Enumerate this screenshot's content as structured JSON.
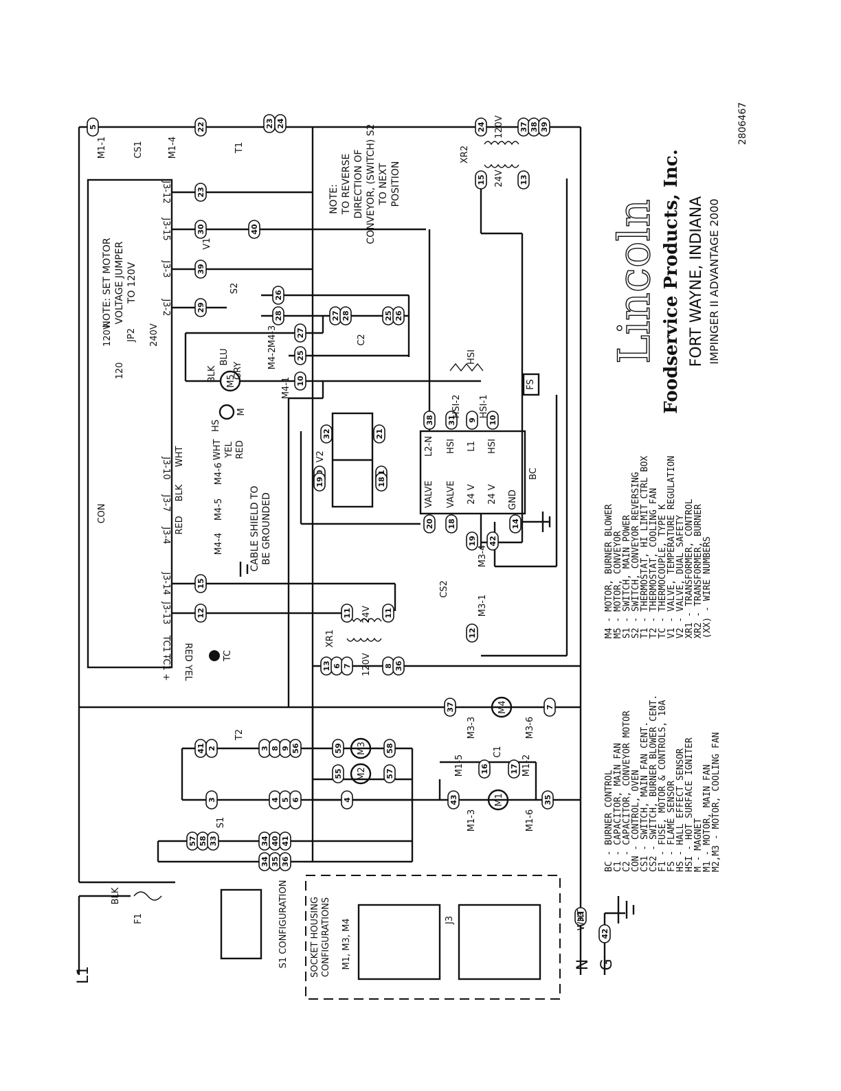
{
  "doc_number": "2806467",
  "brand": {
    "logo": "Lincoln",
    "company": "Foodservice Products, Inc.",
    "city": "FORT WAYNE, INDIANA",
    "model": "IMPINGER II ADVANTAGE 2000"
  },
  "notes": {
    "jumper": [
      "NOTE: SET MOTOR",
      "VOLTAGE JUMPER",
      "TO 120V"
    ],
    "reverse": [
      "NOTE:",
      "TO REVERSE",
      "DIRECTION OF",
      "CONVEYOR, (SWITCH) S2",
      "TO NEXT",
      "POSITION"
    ],
    "cable": [
      "CABLE SHIELD TO",
      "BE GROUNDED"
    ]
  },
  "blocks": {
    "con": "CON",
    "bc": "BC",
    "s1_config": "S1 CONFIGURATION",
    "socket_title": [
      "SOCKET HOUSING",
      "CONFIGURATIONS"
    ],
    "socket_motors": "M1, M3, M4",
    "j3": "J3"
  },
  "power": {
    "l1": "L1",
    "n": "N",
    "g": "G",
    "blk": "BLK",
    "wht": "WHT"
  },
  "jumper": {
    "v120": "120V",
    "jp2": "JP2",
    "v240": "240V",
    "n120": "120"
  },
  "terminals": {
    "j3_12": "J3-12",
    "j3_15": "J3-15",
    "j3_3": "J3-3",
    "j3_2": "J3-2",
    "j3_10": "J3-10",
    "j3_7": "J3-7",
    "j3_4": "J3-4",
    "j3_14": "J3-14",
    "j3_13": "J3-13",
    "tc1m": "TC1 -",
    "tc1p": "TC1 +"
  },
  "components": {
    "cs1": "CS1",
    "cs2": "CS2",
    "t1": "T1",
    "t2": "T2",
    "v1": "V1",
    "v2": "V2",
    "s1": "S1",
    "s2": "S2",
    "c1": "C1",
    "c2": "C2",
    "xr1": "XR1",
    "xr2": "XR2",
    "hsi": "HSI",
    "fs": "FS",
    "hs": "HS",
    "m": "M",
    "tc": "TC",
    "f1": "F1",
    "m1": "M1",
    "m2": "M2",
    "m3": "M3",
    "m4": "M4",
    "m5": "M5"
  },
  "bc_pins": {
    "l2n": "L2-N",
    "hsi_a": "HSI",
    "l1": "L1",
    "hsi_b": "HSI",
    "valve_a": "VALVE",
    "valve_b": "VALVE",
    "v24_a": "24 V",
    "v24_b": "24 V",
    "gnd": "GND"
  },
  "connector_tags": {
    "m1_1": "M1-1",
    "m1_4": "M1-4",
    "m4_3": "M4-3",
    "m4_2": "M4-2",
    "m4_1": "M4-1",
    "m4_6": "M4-6",
    "m4_5": "M4-5",
    "m4_4": "M4-4",
    "m3_4": "M3-4",
    "m3_1": "M3-1",
    "m3_3": "M3-3",
    "m3_6": "M3-6",
    "m1_3": "M1-3",
    "m1_6": "M1-6",
    "m1_5": "M1-5",
    "m1_2": "M1-2",
    "hsi_1": "HSI-1",
    "hsi_2": "HSI-2"
  },
  "wire_colors": {
    "blk": "BLK",
    "blu": "BLU",
    "gry": "GRY",
    "red": "RED",
    "wht": "WHT",
    "yel": "YEL"
  },
  "volts": {
    "v120": "120V",
    "v24": "24V"
  },
  "wire_numbers": [
    "5",
    "22",
    "23",
    "24",
    "23",
    "30",
    "40",
    "39",
    "29",
    "26",
    "28",
    "27",
    "28",
    "25",
    "26",
    "27",
    "25",
    "10",
    "38",
    "31",
    "9",
    "10",
    "32",
    "21",
    "20",
    "19",
    "21",
    "18",
    "20",
    "18",
    "19",
    "14",
    "42",
    "15",
    "12",
    "11",
    "11",
    "12",
    "13",
    "6",
    "7",
    "8",
    "36",
    "37",
    "7",
    "41",
    "2",
    "3",
    "8",
    "9",
    "56",
    "59",
    "58",
    "3",
    "4",
    "5",
    "6",
    "55",
    "57",
    "4",
    "43",
    "35",
    "16",
    "17",
    "57",
    "58",
    "33",
    "34",
    "40",
    "41",
    "34",
    "35",
    "36",
    "24",
    "37",
    "38",
    "39",
    "15",
    "13",
    "33",
    "42"
  ],
  "legend_left": [
    "BC  -  BURNER CONTROL",
    "C1  -  CAPACITOR, MAIN FAN",
    "C2  -  CAPACITOR, CONVEYOR MOTOR",
    "CON -  CONTROL, OVEN",
    "CS1 -  SWITCH, MAIN FAN CENT.",
    "CS2 -  SWITCH, BURNER BLOWER CENT.",
    "F1  -  FUSE, MOTOR & CONTROLS, 10A",
    "FS  -  FLAME SENSOR",
    "HS  -  HALL EFFECT SENSOR",
    "HSI -  HOT SURFACE IGNITER",
    "M   -  MAGNET",
    "M1  -  MOTOR, MAIN FAN",
    "M2,M3 - MOTOR, COOLING FAN"
  ],
  "legend_right": [
    "M4  -  MOTOR, BURNER BLOWER",
    "M5  -  MOTOR, CONVEYOR",
    "S1  -  SWITCH, MAIN POWER",
    "S2  -  SWITCH, CONVEYOR REVERSING",
    "T1  -  THERMOSTAT, HI LIMIT CTRL BOX",
    "T2  -  THERMOSTAT, COOLING FAN",
    "TC  -  THERMOCOUPLE, TYPE K",
    "V1  -  VALVE, TEMPERATURE REGULATION",
    "V2  -  VALVE, DUAL SAFETY",
    "XR1 -  TRANSFORMER, CONTROL",
    "XR2 -  TRANSFORMER, BURNER",
    "(XX) - WIRE NUMBERS"
  ]
}
